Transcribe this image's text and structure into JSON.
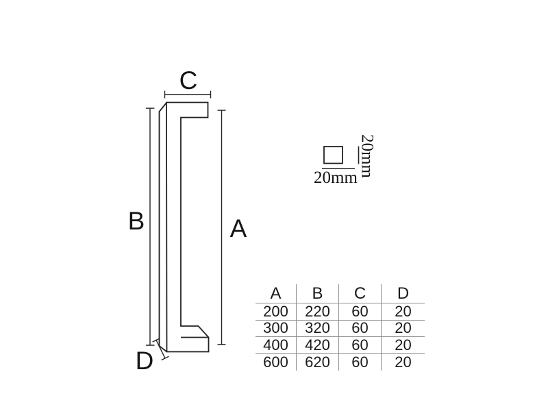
{
  "drawing": {
    "dim_labels": {
      "a": "A",
      "b": "B",
      "c": "C",
      "d": "D"
    },
    "cross_section": {
      "width_label": "20mm",
      "height_label": "20mm"
    }
  },
  "spec_table": {
    "headers": [
      "A",
      "B",
      "C",
      "D"
    ],
    "rows": [
      [
        "200",
        "220",
        "60",
        "20"
      ],
      [
        "300",
        "320",
        "60",
        "20"
      ],
      [
        "400",
        "420",
        "60",
        "20"
      ],
      [
        "600",
        "620",
        "60",
        "20"
      ]
    ]
  },
  "colors": {
    "line": "#222222",
    "table_line": "#8f8f8f",
    "text": "#151515",
    "background": "#ffffff"
  }
}
